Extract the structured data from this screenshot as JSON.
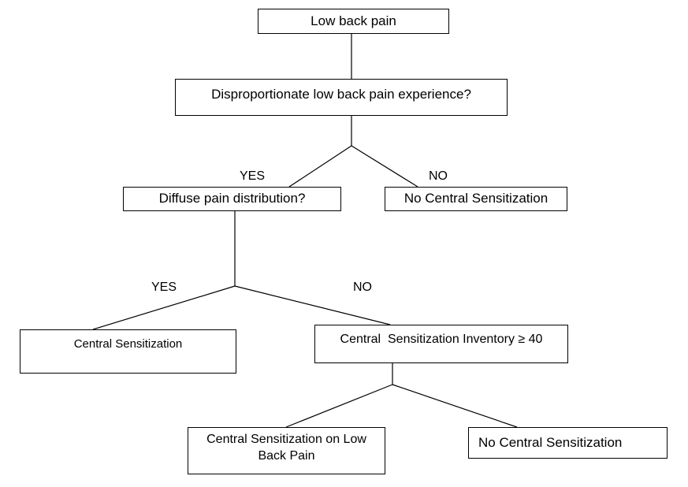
{
  "nodes": {
    "root": "Low back pain",
    "q1": "Disproportionate low back pain experience?",
    "q2": "Diffuse pain distribution?",
    "no_cs_1": "No Central Sensitization",
    "cs": "Central Sensitization",
    "csi": "Central  Sensitization Inventory ≥ 40",
    "cs_lbp": "Central Sensitization on Low Back Pain",
    "no_cs_2": "No Central Sensitization"
  },
  "edge_labels": {
    "q1_yes": "YES",
    "q1_no": "NO",
    "q2_yes": "YES",
    "q2_no": "NO"
  }
}
